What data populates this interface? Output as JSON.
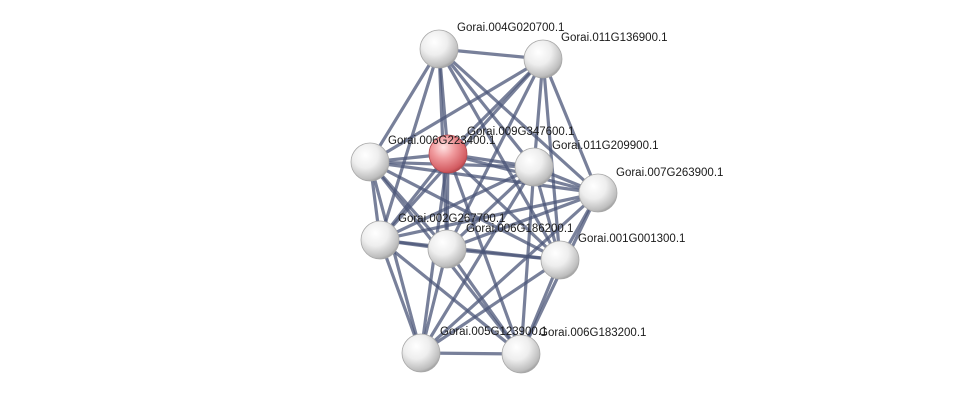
{
  "colors": {
    "background": "#ffffff",
    "edge": "#4b5578",
    "node_default": "#e6e6e6",
    "node_query": "#e06d72"
  },
  "network": {
    "nodes": [
      {
        "id": "n1",
        "label": "Gorai.004G020700.1",
        "query": false
      },
      {
        "id": "n2",
        "label": "Gorai.011G136900.1",
        "query": false
      },
      {
        "id": "n3",
        "label": "Gorai.006G223400.1",
        "query": false
      },
      {
        "id": "n4",
        "label": "Gorai.009G347600.1",
        "query": true
      },
      {
        "id": "n5",
        "label": "Gorai.011G209900.1",
        "query": false
      },
      {
        "id": "n6",
        "label": "Gorai.007G263900.1",
        "query": false
      },
      {
        "id": "n7",
        "label": "Gorai.002G267700.1",
        "query": false
      },
      {
        "id": "n8",
        "label": "Gorai.006G186200.1",
        "query": false
      },
      {
        "id": "n9",
        "label": "Gorai.001G001300.1",
        "query": false
      },
      {
        "id": "n10",
        "label": "Gorai.005G123900.1",
        "query": false
      },
      {
        "id": "n11",
        "label": "Gorai.006G183200.1",
        "query": false
      }
    ],
    "edges": [
      [
        "n1",
        "n2"
      ],
      [
        "n1",
        "n3"
      ],
      [
        "n1",
        "n4"
      ],
      [
        "n1",
        "n5"
      ],
      [
        "n1",
        "n6"
      ],
      [
        "n1",
        "n7"
      ],
      [
        "n1",
        "n8"
      ],
      [
        "n1",
        "n9"
      ],
      [
        "n2",
        "n3"
      ],
      [
        "n2",
        "n4"
      ],
      [
        "n2",
        "n5"
      ],
      [
        "n2",
        "n6"
      ],
      [
        "n2",
        "n7"
      ],
      [
        "n2",
        "n8"
      ],
      [
        "n2",
        "n9"
      ],
      [
        "n3",
        "n4"
      ],
      [
        "n3",
        "n5"
      ],
      [
        "n3",
        "n6"
      ],
      [
        "n3",
        "n7"
      ],
      [
        "n3",
        "n8"
      ],
      [
        "n3",
        "n9"
      ],
      [
        "n3",
        "n10"
      ],
      [
        "n3",
        "n11"
      ],
      [
        "n4",
        "n5"
      ],
      [
        "n4",
        "n6"
      ],
      [
        "n4",
        "n7"
      ],
      [
        "n4",
        "n8"
      ],
      [
        "n4",
        "n9"
      ],
      [
        "n4",
        "n10"
      ],
      [
        "n4",
        "n11"
      ],
      [
        "n5",
        "n6"
      ],
      [
        "n5",
        "n7"
      ],
      [
        "n5",
        "n8"
      ],
      [
        "n5",
        "n9"
      ],
      [
        "n5",
        "n10"
      ],
      [
        "n5",
        "n11"
      ],
      [
        "n6",
        "n7"
      ],
      [
        "n6",
        "n8"
      ],
      [
        "n6",
        "n9"
      ],
      [
        "n6",
        "n10"
      ],
      [
        "n6",
        "n11"
      ],
      [
        "n7",
        "n8"
      ],
      [
        "n7",
        "n9"
      ],
      [
        "n7",
        "n10"
      ],
      [
        "n7",
        "n11"
      ],
      [
        "n8",
        "n9"
      ],
      [
        "n8",
        "n10"
      ],
      [
        "n8",
        "n11"
      ],
      [
        "n9",
        "n10"
      ],
      [
        "n9",
        "n11"
      ],
      [
        "n10",
        "n11"
      ]
    ]
  }
}
